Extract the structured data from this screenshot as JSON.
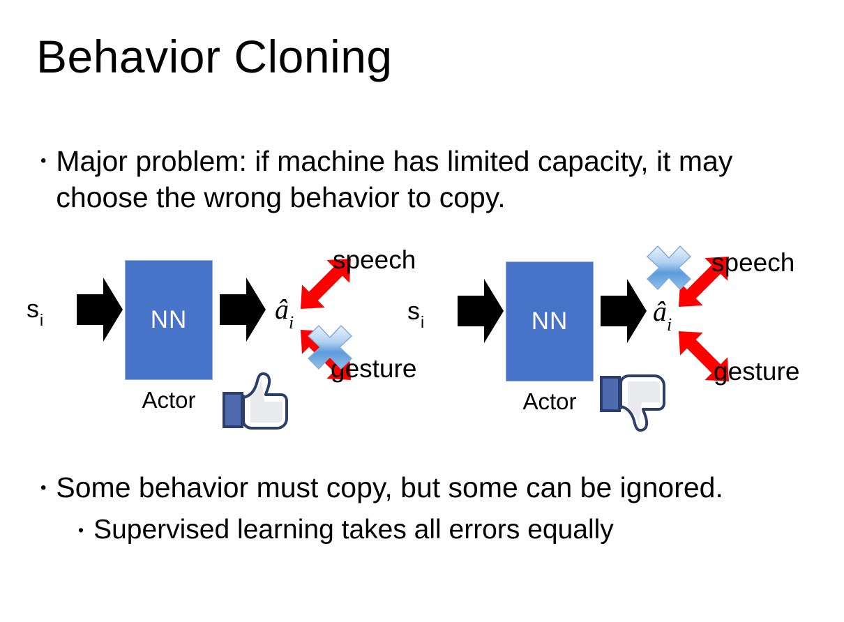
{
  "slide": {
    "title": "Behavior Cloning",
    "background_color": "#FFFFFF"
  },
  "bullets": {
    "top": "Major problem: if machine has limited capacity, it may choose the wrong behavior to copy.",
    "bottom_level1": "Some behavior must copy, but some can be ignored.",
    "bottom_level2": "Supervised learning takes all errors equally",
    "marker": "•"
  },
  "colors": {
    "nn_box_fill": "#4773C8",
    "nn_box_border": "#94AED8",
    "nn_box_text": "#FFFFFF",
    "arrow_black": "#000000",
    "arrow_red": "#FF0000",
    "blue_x_light": "#D4E6F8",
    "blue_x_dark": "#3E86D4",
    "thumb_outline": "#3B5998",
    "thumb_fill": "#FFFFFF",
    "thumb_shade": "#E4E6EB",
    "text": "#000000"
  },
  "diagrams": [
    {
      "id": "left",
      "state_label": "s",
      "state_subscript": "i",
      "input_arrow_icon": "right-block-arrow-icon",
      "nn_label": "NN",
      "actor_label": "Actor",
      "output_arrow_icon": "right-block-arrow-icon",
      "action_label": "â",
      "action_subscript": "i",
      "branches": [
        {
          "label": "speech",
          "direction": "up",
          "crossed_out": false
        },
        {
          "label": "gesture",
          "direction": "down",
          "crossed_out": true
        }
      ],
      "feedback_icon": "thumbs-up-icon",
      "feedback_value": "positive"
    },
    {
      "id": "right",
      "state_label": "s",
      "state_subscript": "i",
      "input_arrow_icon": "right-block-arrow-icon",
      "nn_label": "NN",
      "actor_label": "Actor",
      "output_arrow_icon": "right-block-arrow-icon",
      "action_label": "â",
      "action_subscript": "i",
      "branches": [
        {
          "label": "speech",
          "direction": "up",
          "crossed_out": true
        },
        {
          "label": "gesture",
          "direction": "down",
          "crossed_out": false
        }
      ],
      "feedback_icon": "thumbs-down-icon",
      "feedback_value": "negative"
    }
  ]
}
